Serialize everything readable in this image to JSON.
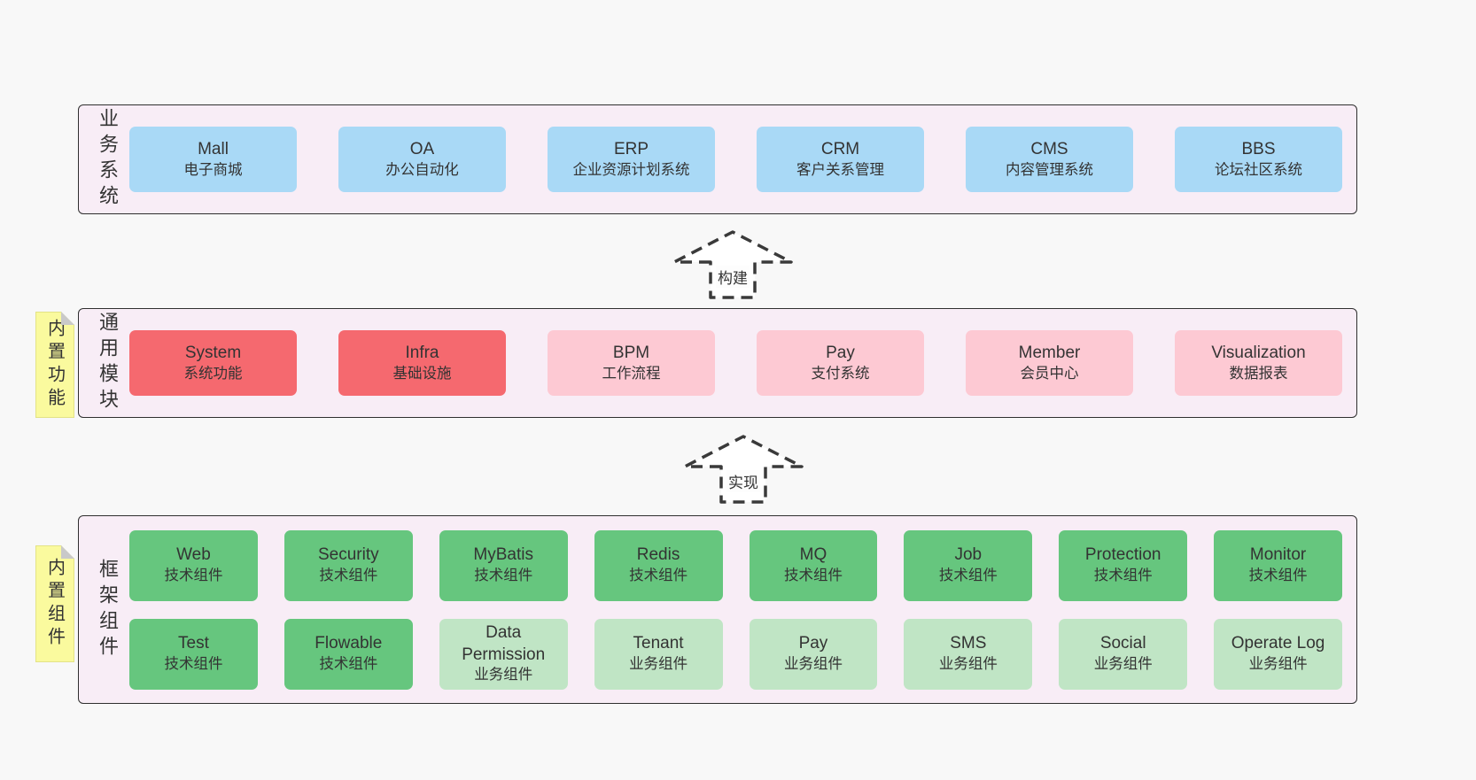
{
  "page": {
    "background": "#f8f8f8"
  },
  "colors": {
    "band_bg": "#f8edf6",
    "band_border": "#2f2f2f",
    "blue": "#a9d9f6",
    "red": "#f5696f",
    "pink": "#fdc9d3",
    "green": "#66c67e",
    "green_light": "#c0e5c5",
    "note_yellow": "#fafa9e",
    "note_fold": "#c9c9c9",
    "text": "#333333"
  },
  "band_business": {
    "label": "业务系统",
    "boxes": [
      {
        "title": "Mall",
        "subtitle": "电子商城"
      },
      {
        "title": "OA",
        "subtitle": "办公自动化"
      },
      {
        "title": "ERP",
        "subtitle": "企业资源计划系统"
      },
      {
        "title": "CRM",
        "subtitle": "客户关系管理"
      },
      {
        "title": "CMS",
        "subtitle": "内容管理系统"
      },
      {
        "title": "BBS",
        "subtitle": "论坛社区系统"
      }
    ]
  },
  "arrow_build": {
    "label": "构建"
  },
  "band_modules": {
    "note": "内置功能",
    "label": "通用模块",
    "boxes": [
      {
        "title": "System",
        "subtitle": "系统功能",
        "variant": "red"
      },
      {
        "title": "Infra",
        "subtitle": "基础设施",
        "variant": "red"
      },
      {
        "title": "BPM",
        "subtitle": "工作流程",
        "variant": "pink"
      },
      {
        "title": "Pay",
        "subtitle": "支付系统",
        "variant": "pink"
      },
      {
        "title": "Member",
        "subtitle": "会员中心",
        "variant": "pink"
      },
      {
        "title": "Visualization",
        "subtitle": "数据报表",
        "variant": "pink"
      }
    ]
  },
  "arrow_implement": {
    "label": "实现"
  },
  "band_components": {
    "note": "内置组件",
    "label": "框架组件",
    "row1": [
      {
        "title": "Web",
        "subtitle": "技术组件",
        "variant": "green"
      },
      {
        "title": "Security",
        "subtitle": "技术组件",
        "variant": "green"
      },
      {
        "title": "MyBatis",
        "subtitle": "技术组件",
        "variant": "green"
      },
      {
        "title": "Redis",
        "subtitle": "技术组件",
        "variant": "green"
      },
      {
        "title": "MQ",
        "subtitle": "技术组件",
        "variant": "green"
      },
      {
        "title": "Job",
        "subtitle": "技术组件",
        "variant": "green"
      },
      {
        "title": "Protection",
        "subtitle": "技术组件",
        "variant": "green"
      },
      {
        "title": "Monitor",
        "subtitle": "技术组件",
        "variant": "green"
      }
    ],
    "row2": [
      {
        "title": "Test",
        "subtitle": "技术组件",
        "variant": "green"
      },
      {
        "title": "Flowable",
        "subtitle": "技术组件",
        "variant": "green"
      },
      {
        "title": "Data Permission",
        "subtitle": "业务组件",
        "variant": "green-light"
      },
      {
        "title": "Tenant",
        "subtitle": "业务组件",
        "variant": "green-light"
      },
      {
        "title": "Pay",
        "subtitle": "业务组件",
        "variant": "green-light"
      },
      {
        "title": "SMS",
        "subtitle": "业务组件",
        "variant": "green-light"
      },
      {
        "title": "Social",
        "subtitle": "业务组件",
        "variant": "green-light"
      },
      {
        "title": "Operate Log",
        "subtitle": "业务组件",
        "variant": "green-light"
      }
    ]
  }
}
